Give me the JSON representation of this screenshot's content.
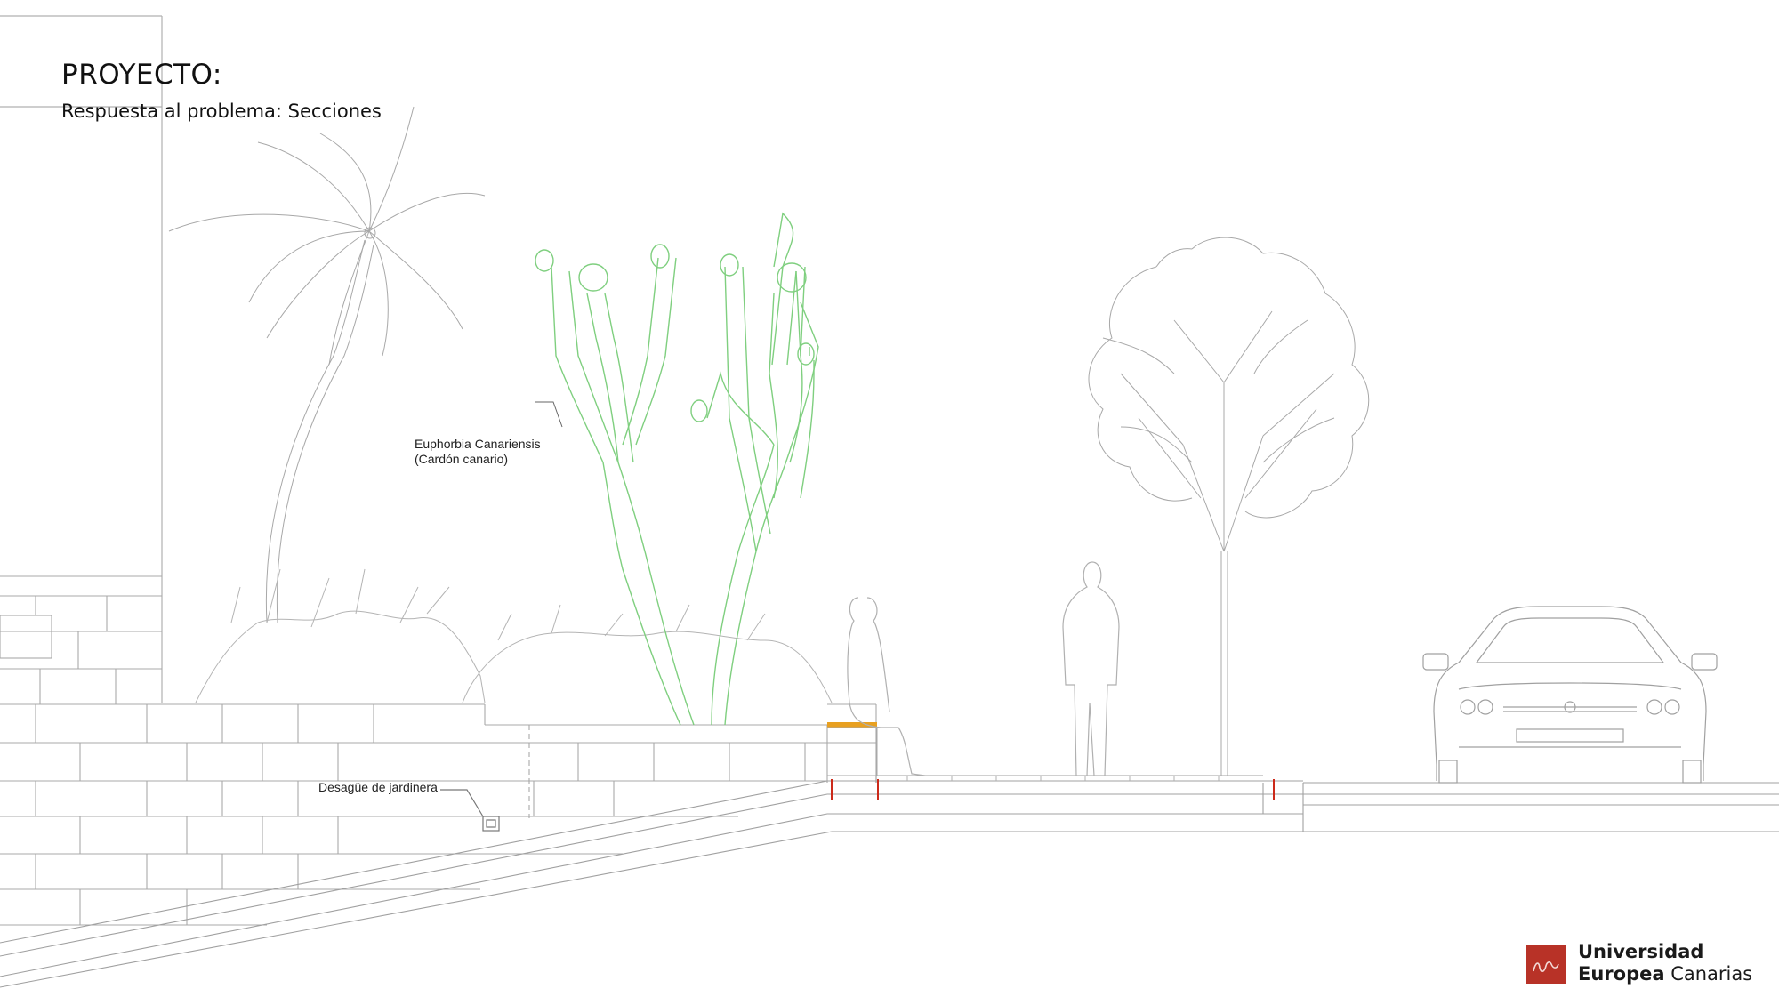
{
  "header": {
    "title": "PROYECTO:",
    "subtitle": "Respuesta al problema: Secciones"
  },
  "labels": {
    "plant_name": "Euphorbia Canariensis",
    "plant_common": "(Cardón canario)",
    "drain": "Desagüe de jardinera"
  },
  "logo": {
    "line1": "Universidad",
    "line2_bold": "Europea",
    "line2_rest": " Canarias",
    "mark_color": "#b83227"
  },
  "colors": {
    "line": "#9a9a9a",
    "cactus": "#7fcf7f",
    "accent_red": "#cc2a1a",
    "accent_orange": "#e8a020"
  }
}
